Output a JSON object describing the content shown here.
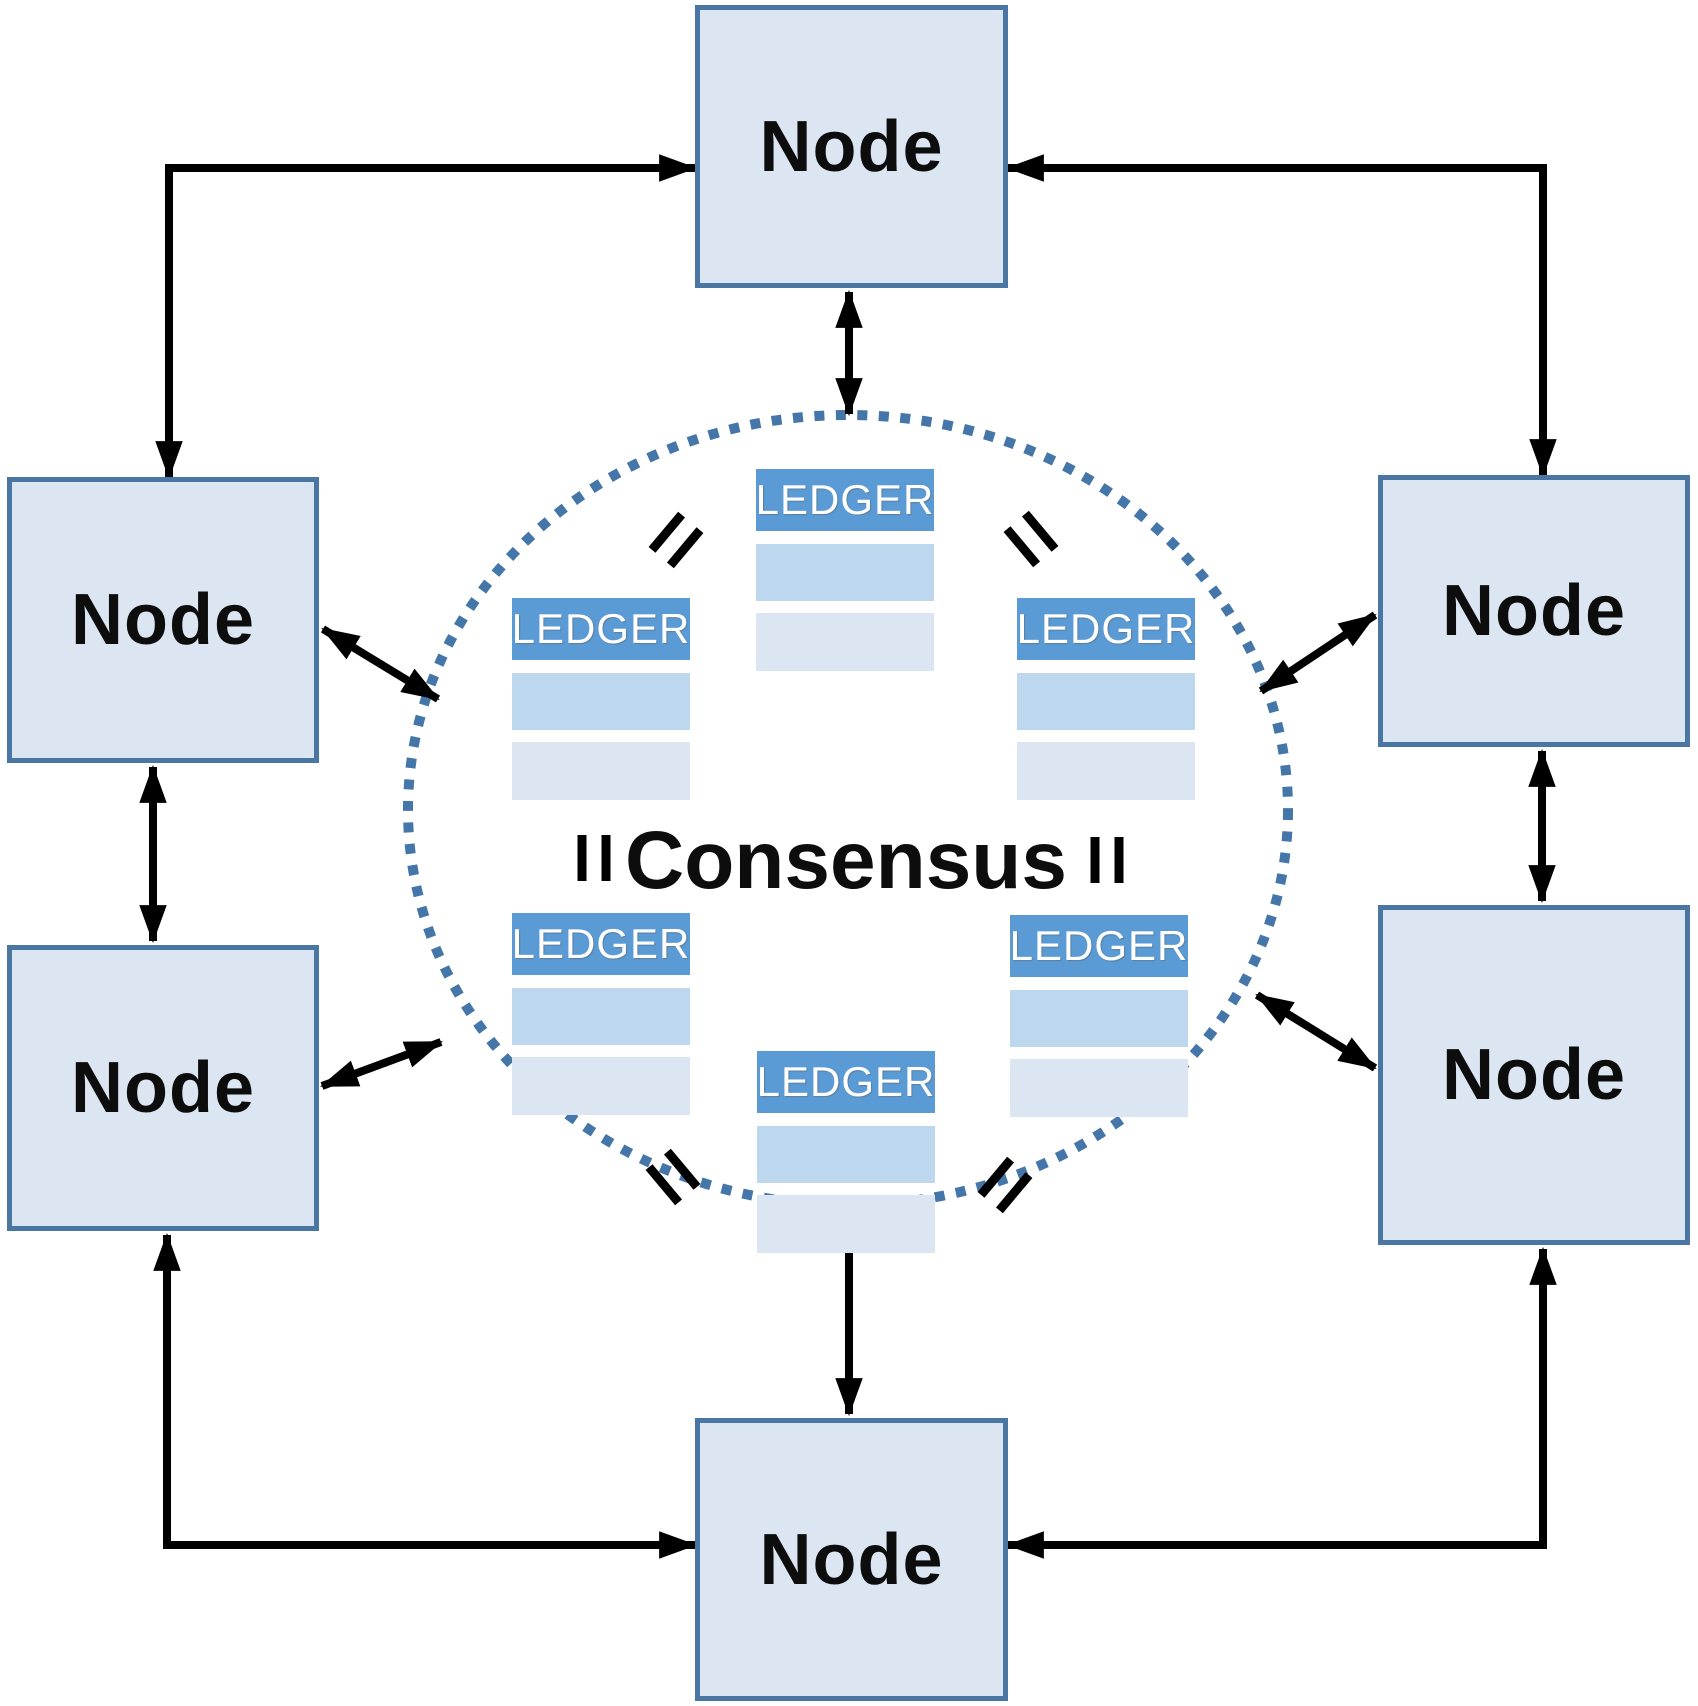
{
  "diagram": {
    "consensus_label": "Consensus",
    "node_count": 6,
    "ledger_count": 6
  },
  "nodes": [
    {
      "id": "top",
      "label": "Node"
    },
    {
      "id": "upper-left",
      "label": "Node"
    },
    {
      "id": "upper-right",
      "label": "Node"
    },
    {
      "id": "lower-left",
      "label": "Node"
    },
    {
      "id": "lower-right",
      "label": "Node"
    },
    {
      "id": "bottom",
      "label": "Node"
    }
  ],
  "ledgers": [
    {
      "id": "top",
      "label": "LEDGER"
    },
    {
      "id": "upper-left",
      "label": "LEDGER"
    },
    {
      "id": "upper-right",
      "label": "LEDGER"
    },
    {
      "id": "lower-left",
      "label": "LEDGER"
    },
    {
      "id": "lower-right",
      "label": "LEDGER"
    },
    {
      "id": "bottom",
      "label": "LEDGER"
    }
  ],
  "icons": {
    "equals": "equals-sign-icon",
    "ring": "dotted-circle-ring",
    "arrows": "double-headed-arrow"
  },
  "colors": {
    "node_fill": "#dce6f2",
    "node_border": "#4a76a4",
    "ledger_header_fill": "#5b9bd5",
    "ledger_header_text": "#ffffff",
    "ledger_row_mid": "#bdd7ee",
    "ledger_row_light": "#dce6f2",
    "ring_color": "#4576a9",
    "arrow_color": "#000000",
    "text_color": "#0d0d0d"
  }
}
